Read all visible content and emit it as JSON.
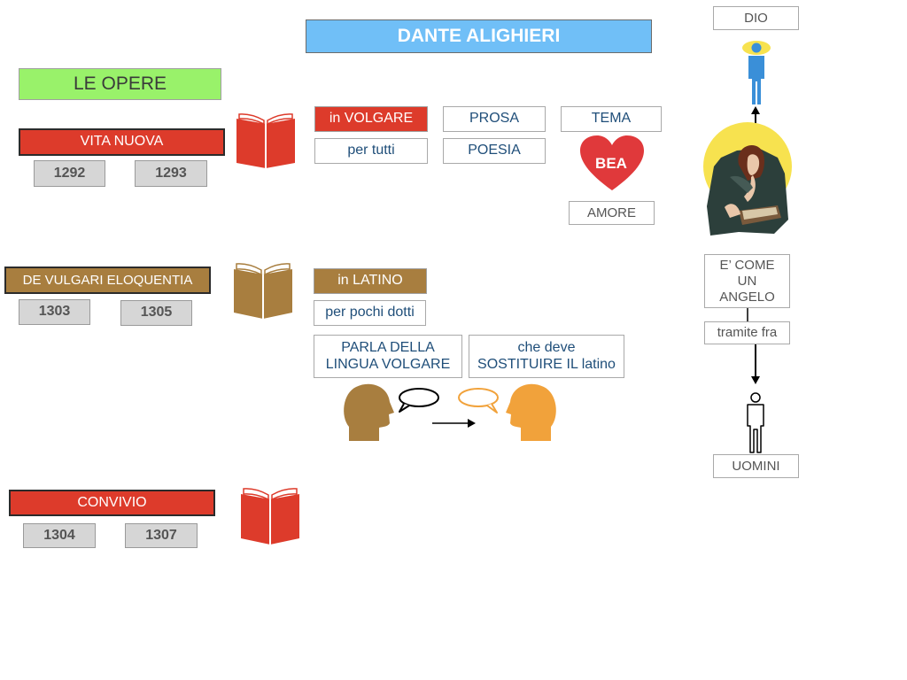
{
  "title": "DANTE ALIGHIERI",
  "section_title": "LE OPERE",
  "works": [
    {
      "name": "VITA NUOVA",
      "years": [
        "1292",
        "1293"
      ]
    },
    {
      "name": "DE VULGARI ELOQUENTIA",
      "years": [
        "1303",
        "1305"
      ]
    },
    {
      "name": "CONVIVIO",
      "years": [
        "1304",
        "1307"
      ]
    }
  ],
  "vita_nuova_details": {
    "language": "in VOLGARE",
    "audience": "per tutti",
    "forms": [
      "PROSA",
      "POESIA"
    ],
    "theme_label": "TEMA",
    "heart_text": "BEA",
    "love": "AMORE"
  },
  "de_vulgari_details": {
    "language": "in LATINO",
    "audience": "per pochi dotti",
    "speaks_about": "PARLA DELLA LINGUA VOLGARE",
    "replaces": "che deve SOSTITUIRE IL latino"
  },
  "beatrice_chain": {
    "top": "DIO",
    "like": "E’ COME UN ANGELO",
    "via": "tramite fra",
    "bottom": "UOMINI"
  },
  "colors": {
    "red": "#dd3b2b",
    "brown": "#a87e3f",
    "blue_title": "#70bff7",
    "green": "#99f26a",
    "heart": "#e0393b",
    "orange_head": "#f1a23b",
    "halo": "#f7e24f"
  }
}
